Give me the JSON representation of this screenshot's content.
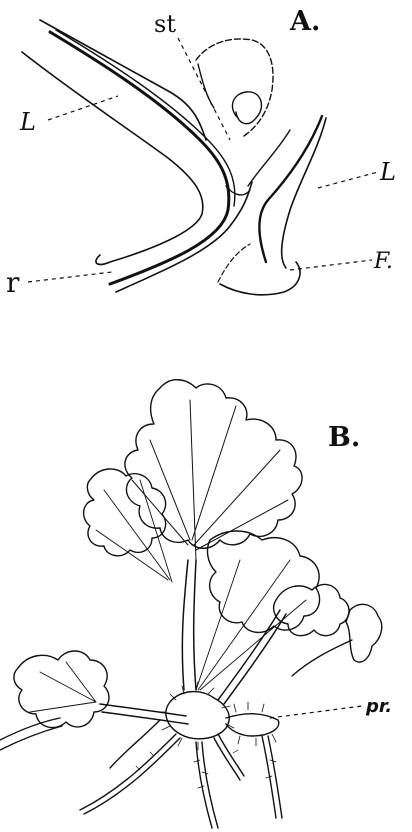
{
  "figure": {
    "panel_a": {
      "panel_label": "A.",
      "labels": {
        "st": "st",
        "L_left": "L",
        "L_right": "L",
        "F": "F.",
        "r": "r"
      }
    },
    "panel_b": {
      "panel_label": "B.",
      "labels": {
        "pr": "pr."
      }
    }
  }
}
